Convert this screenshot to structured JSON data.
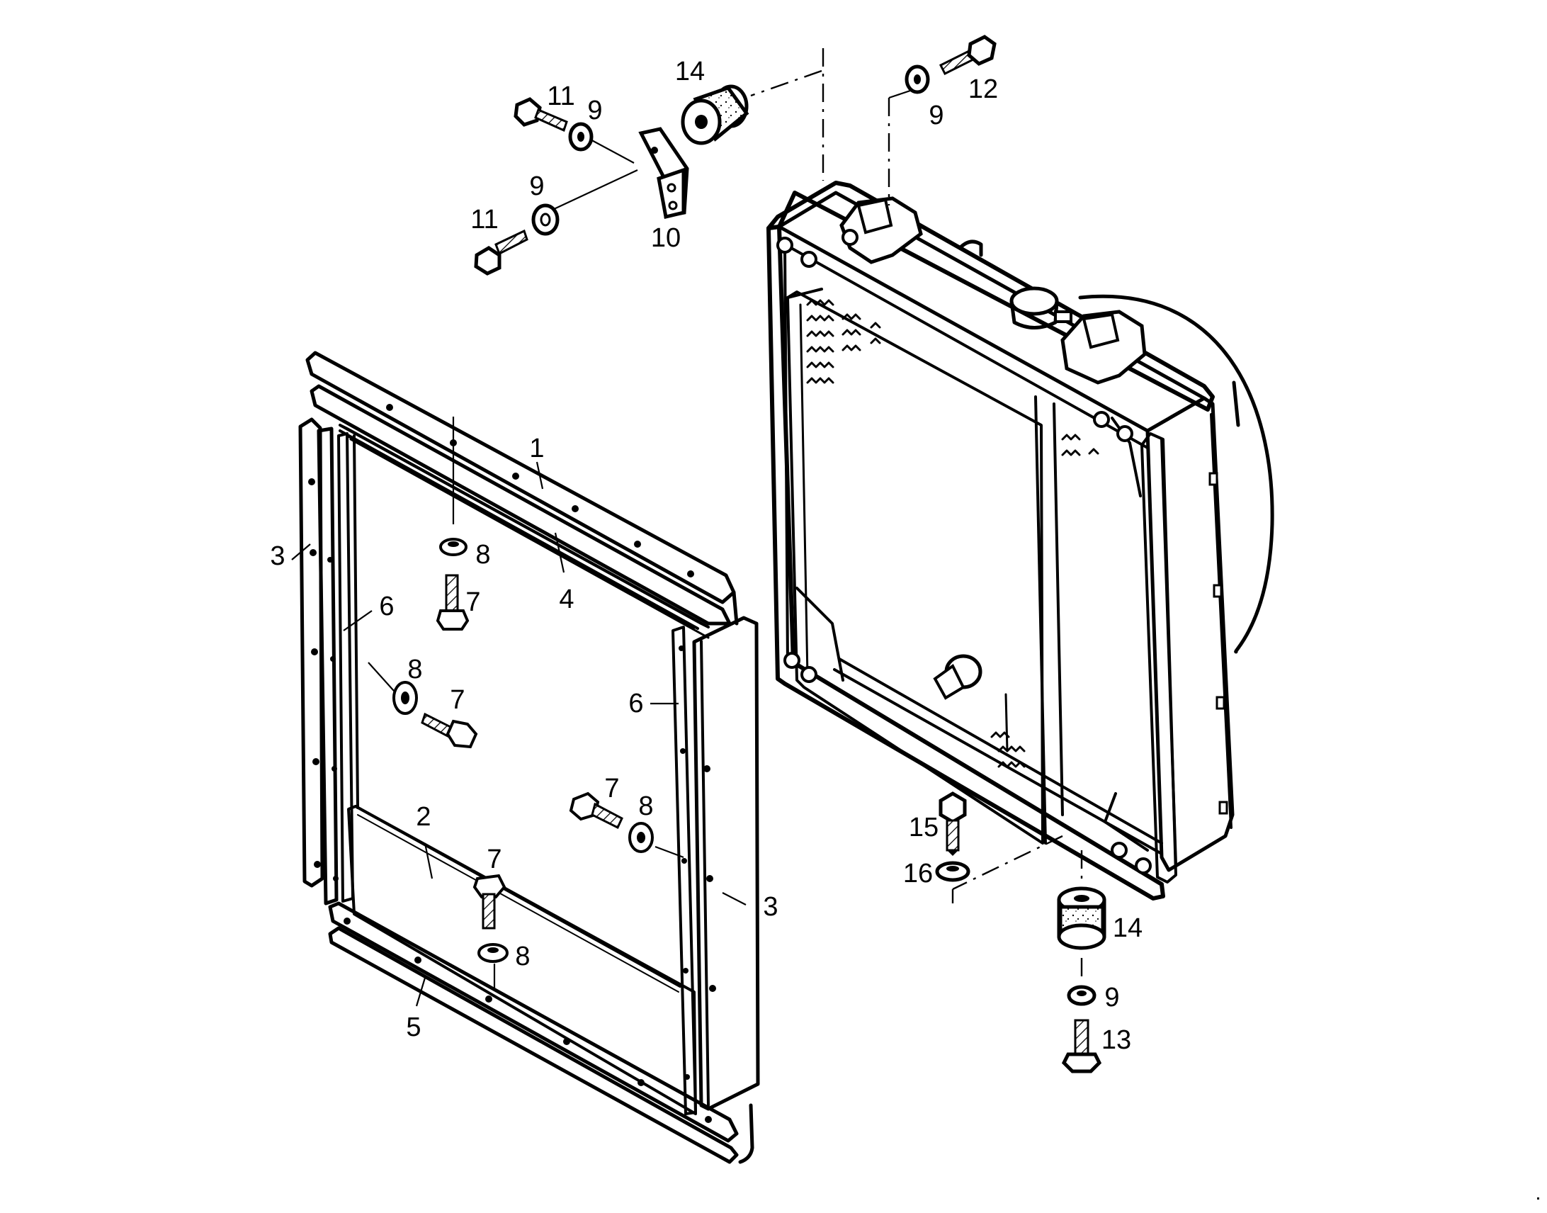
{
  "diagram": {
    "labels": [
      {
        "id": "l1",
        "text": "1"
      },
      {
        "id": "l2",
        "text": "2"
      },
      {
        "id": "l3a",
        "text": "3"
      },
      {
        "id": "l3b",
        "text": "3"
      },
      {
        "id": "l4",
        "text": "4"
      },
      {
        "id": "l5",
        "text": "5"
      },
      {
        "id": "l6a",
        "text": "6"
      },
      {
        "id": "l6b",
        "text": "6"
      },
      {
        "id": "l7a",
        "text": "7"
      },
      {
        "id": "l7b",
        "text": "7"
      },
      {
        "id": "l7c",
        "text": "7"
      },
      {
        "id": "l7d",
        "text": "7"
      },
      {
        "id": "l8a",
        "text": "8"
      },
      {
        "id": "l8b",
        "text": "8"
      },
      {
        "id": "l8c",
        "text": "8"
      },
      {
        "id": "l8d",
        "text": "8"
      },
      {
        "id": "l9a",
        "text": "9"
      },
      {
        "id": "l9b",
        "text": "9"
      },
      {
        "id": "l9c",
        "text": "9"
      },
      {
        "id": "l9d",
        "text": "9"
      },
      {
        "id": "l10",
        "text": "10"
      },
      {
        "id": "l11a",
        "text": "11"
      },
      {
        "id": "l11b",
        "text": "11"
      },
      {
        "id": "l12",
        "text": "12"
      },
      {
        "id": "l13",
        "text": "13"
      },
      {
        "id": "l14a",
        "text": "14"
      },
      {
        "id": "l14b",
        "text": "14"
      },
      {
        "id": "l15",
        "text": "15"
      },
      {
        "id": "l16",
        "text": "16"
      }
    ]
  }
}
